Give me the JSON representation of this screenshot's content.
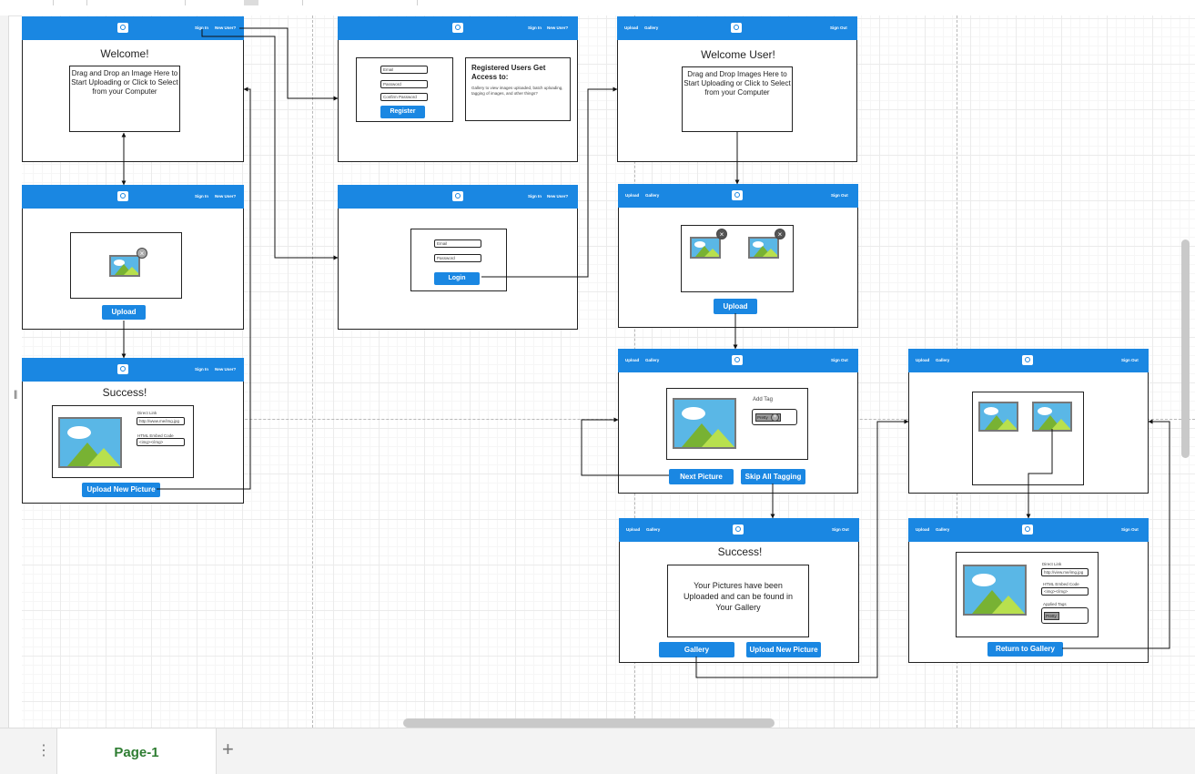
{
  "nav": {
    "sign_in": "Sign In",
    "new_user": "New User?",
    "upload": "Upload",
    "gallery": "Gallery",
    "sign_out": "Sign Out"
  },
  "frames": {
    "welcome": {
      "title": "Welcome!",
      "drop_text": "Drag and Drop an Image Here to Start Uploading or Click to Select from your Computer"
    },
    "upload_single": {
      "upload_button": "Upload"
    },
    "success_single": {
      "title": "Success!",
      "direct_link_label": "Direct Link",
      "direct_link_value": "http://www.me/img.jpg",
      "embed_label": "HTML Embed Code",
      "embed_value": "<img></img>",
      "new_picture_button": "Upload New Picture"
    },
    "register": {
      "email_placeholder": "Email",
      "password_placeholder": "Password",
      "confirm_placeholder": "Confirm Password",
      "register_button": "Register",
      "benefits_title": "Registered Users Get Access to:",
      "benefits_text": "Gallery to view images uploaded, batch uploading, tagging of images, and other things?"
    },
    "login": {
      "email_placeholder": "Email",
      "password_placeholder": "Password",
      "login_button": "Login"
    },
    "welcome_user": {
      "title": "Welcome User!",
      "drop_text": "Drag and Drop Images Here to Start Uploading or Click to Select from your Computer"
    },
    "upload_multi": {
      "upload_button": "Upload"
    },
    "tagging": {
      "add_tag_label": "Add Tag",
      "tag_value": "Pretty",
      "next_button": "Next Picture",
      "skip_button": "Skip All Tagging"
    },
    "success_multi": {
      "title": "Success!",
      "message": "Your Pictures have been Uploaded and can be found in Your Gallery",
      "gallery_button": "Gallery",
      "new_picture_button": "Upload New Picture"
    },
    "detail": {
      "direct_link_label": "Direct Link",
      "direct_link_value": "http://view.me/img.jpg",
      "embed_label": "HTML Embed Code",
      "embed_value": "<img></img>",
      "tags_label": "Applied Tags",
      "tag_value": "Pretty",
      "return_button": "Return to Gallery"
    }
  },
  "pages": {
    "current": "Page-1"
  },
  "colors": {
    "header_blue": "#1a87e2",
    "page_tab_green": "#2e7d32"
  },
  "icons": {
    "camera": "camera-icon",
    "image": "image-icon",
    "close": "close-icon",
    "add": "plus-icon",
    "menu": "vertical-dots-icon"
  }
}
